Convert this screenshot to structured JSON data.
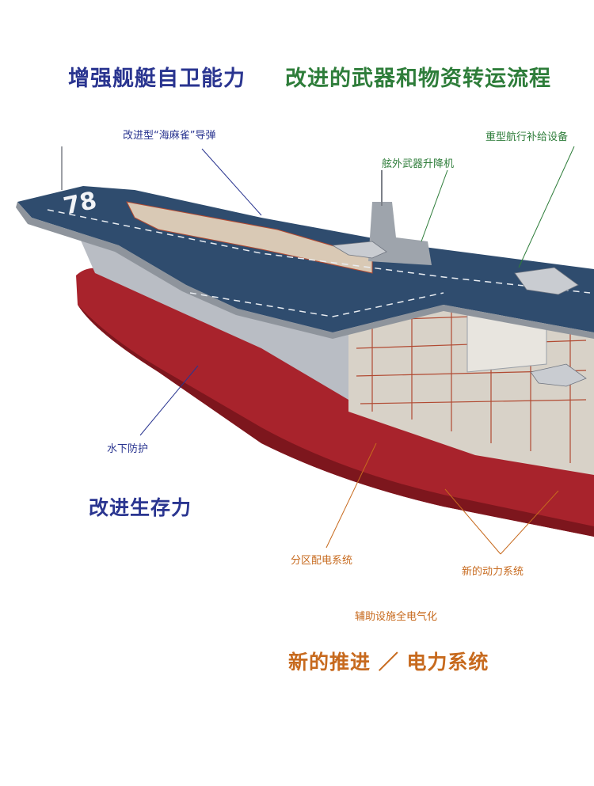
{
  "headings": {
    "self_defense": "增强舰艇自卫能力",
    "weapons_flow": "改进的武器和物资转运流程",
    "survivability": "改进生存力",
    "propulsion": "新的推进 ／ 电力系统"
  },
  "labels": {
    "missile": "改进型“海麻雀”导弹",
    "replenishment": "重型航行补给设备",
    "elevator": "舷外武器升降机",
    "underwater": "水下防护",
    "zonal_power": "分区配电系统",
    "power_system": "新的动力系统",
    "aux_electric": "辅助设施全电气化"
  },
  "hull": {
    "number": "78"
  },
  "colors": {
    "navy_heading": "#2a3590",
    "green_heading": "#2e7d3a",
    "orange_heading": "#c76a1e",
    "navy_label": "#2a3590",
    "green_label": "#2e7d3a",
    "orange_label": "#c76a1e",
    "deck": "#2f4c6e",
    "hull_grey": "#b9bdc4",
    "hull_red": "#a8232c"
  }
}
